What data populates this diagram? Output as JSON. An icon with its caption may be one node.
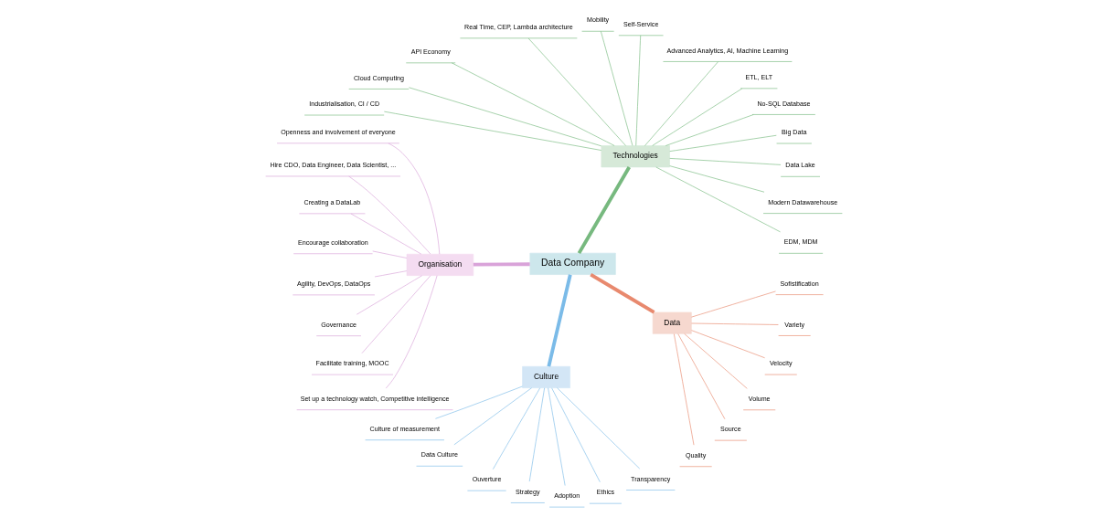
{
  "diagram": {
    "nodes": [
      {
        "text": [
          "Data Company"
        ]
      },
      {
        "text": [
          "Technologies"
        ]
      },
      {
        "text": [
          "EDM, MDM"
        ]
      },
      {
        "text": [
          "Modern Datawarehouse"
        ]
      },
      {
        "text": [
          "Data Lake"
        ]
      },
      {
        "text": [
          "Big Data"
        ]
      },
      {
        "text": [
          "No-SQL Database"
        ]
      },
      {
        "text": [
          "ETL, ELT"
        ]
      },
      {
        "text": [
          "Advanced Analytics, AI, Machine Learning"
        ]
      },
      {
        "text": [
          "Self-Service"
        ]
      },
      {
        "text": [
          "Mobility"
        ]
      },
      {
        "text": [
          "Real Time, CEP, Lambda architecture"
        ]
      },
      {
        "text": [
          "API Economy"
        ]
      },
      {
        "text": [
          "Cloud Computing"
        ]
      },
      {
        "text": [
          "Industrialisation, CI / CD"
        ]
      },
      {
        "text": [
          "Organisation"
        ]
      },
      {
        "text": [
          "Openness and involvement of everyone"
        ]
      },
      {
        "text": [
          "Hire CDO, Data Engineer, Data Scientist, ..."
        ]
      },
      {
        "text": [
          "Creating a DataLab"
        ]
      },
      {
        "text": [
          "Encourage collaboration"
        ]
      },
      {
        "text": [
          "Agility, DevOps, DataOps"
        ]
      },
      {
        "text": [
          "Governance"
        ]
      },
      {
        "text": [
          "Facilitate training, MOOC"
        ]
      },
      {
        "text": [
          "Set up a technology watch, Competitive intelligence"
        ]
      },
      {
        "text": [
          "Culture"
        ]
      },
      {
        "text": [
          "Culture of measurement"
        ]
      },
      {
        "text": [
          "Data Culture"
        ]
      },
      {
        "text": [
          "Ouverture"
        ]
      },
      {
        "text": [
          "Strategy"
        ]
      },
      {
        "text": [
          "Adoption"
        ]
      },
      {
        "text": [
          "Ethics"
        ]
      },
      {
        "text": [
          "Transparency"
        ]
      },
      {
        "text": [
          "Data"
        ]
      },
      {
        "text": [
          "Quality"
        ]
      },
      {
        "text": [
          "Source"
        ]
      },
      {
        "text": [
          "Volume"
        ]
      },
      {
        "text": [
          "Velocity"
        ]
      },
      {
        "text": [
          "Variety"
        ]
      },
      {
        "text": [
          "Sofistification"
        ]
      }
    ],
    "edges": [
      {
        "from": 0,
        "to": 1,
        "arrow": "none",
        "style": "thick",
        "color": "#77b97f"
      },
      {
        "from": 1,
        "to": 2,
        "arrow": "none",
        "color": "#77b97f"
      },
      {
        "from": 1,
        "to": 3,
        "arrow": "none",
        "color": "#77b97f"
      },
      {
        "from": 1,
        "to": 4,
        "arrow": "none",
        "color": "#77b97f"
      },
      {
        "from": 1,
        "to": 5,
        "arrow": "none",
        "color": "#77b97f"
      },
      {
        "from": 1,
        "to": 6,
        "arrow": "none",
        "color": "#77b97f"
      },
      {
        "from": 1,
        "to": 7,
        "arrow": "none",
        "color": "#77b97f"
      },
      {
        "from": 1,
        "to": 8,
        "arrow": "none",
        "color": "#77b97f"
      },
      {
        "from": 1,
        "to": 9,
        "arrow": "none",
        "color": "#77b97f"
      },
      {
        "from": 1,
        "to": 10,
        "arrow": "none",
        "color": "#77b97f"
      },
      {
        "from": 1,
        "to": 11,
        "arrow": "none",
        "color": "#77b97f"
      },
      {
        "from": 1,
        "to": 12,
        "arrow": "none",
        "color": "#77b97f"
      },
      {
        "from": 1,
        "to": 13,
        "arrow": "none",
        "color": "#77b97f"
      },
      {
        "from": 1,
        "to": 14,
        "arrow": "none",
        "color": "#77b97f"
      },
      {
        "from": 0,
        "to": 15,
        "arrow": "none",
        "style": "thick",
        "color": "#d9a3d9"
      },
      {
        "from": 15,
        "to": 16,
        "arrow": "none",
        "color": "#d9a3d9"
      },
      {
        "from": 15,
        "to": 17,
        "arrow": "none",
        "color": "#d9a3d9"
      },
      {
        "from": 15,
        "to": 18,
        "arrow": "none",
        "color": "#d9a3d9"
      },
      {
        "from": 15,
        "to": 19,
        "arrow": "none",
        "color": "#d9a3d9"
      },
      {
        "from": 15,
        "to": 20,
        "arrow": "none",
        "color": "#d9a3d9"
      },
      {
        "from": 15,
        "to": 21,
        "arrow": "none",
        "color": "#d9a3d9"
      },
      {
        "from": 15,
        "to": 22,
        "arrow": "none",
        "color": "#d9a3d9"
      },
      {
        "from": 15,
        "to": 23,
        "arrow": "none",
        "color": "#d9a3d9"
      },
      {
        "from": 0,
        "to": 24,
        "arrow": "none",
        "style": "thick",
        "color": "#7bbbe8"
      },
      {
        "from": 24,
        "to": 25,
        "arrow": "none",
        "color": "#7bbbe8"
      },
      {
        "from": 24,
        "to": 26,
        "arrow": "none",
        "color": "#7bbbe8"
      },
      {
        "from": 24,
        "to": 27,
        "arrow": "none",
        "color": "#7bbbe8"
      },
      {
        "from": 24,
        "to": 28,
        "arrow": "none",
        "color": "#7bbbe8"
      },
      {
        "from": 24,
        "to": 29,
        "arrow": "none",
        "color": "#7bbbe8"
      },
      {
        "from": 24,
        "to": 30,
        "arrow": "none",
        "color": "#7bbbe8"
      },
      {
        "from": 24,
        "to": 31,
        "arrow": "none",
        "color": "#7bbbe8"
      },
      {
        "from": 0,
        "to": 32,
        "arrow": "none",
        "style": "thick",
        "color": "#e8896e"
      },
      {
        "from": 32,
        "to": 33,
        "arrow": "none",
        "color": "#e8896e"
      },
      {
        "from": 32,
        "to": 34,
        "arrow": "none",
        "color": "#e8896e"
      },
      {
        "from": 32,
        "to": 35,
        "arrow": "none",
        "color": "#e8896e"
      },
      {
        "from": 32,
        "to": 36,
        "arrow": "none",
        "color": "#e8896e"
      },
      {
        "from": 32,
        "to": 37,
        "arrow": "none",
        "color": "#e8896e"
      },
      {
        "from": 32,
        "to": 38,
        "arrow": "none",
        "color": "#e8896e"
      }
    ]
  }
}
